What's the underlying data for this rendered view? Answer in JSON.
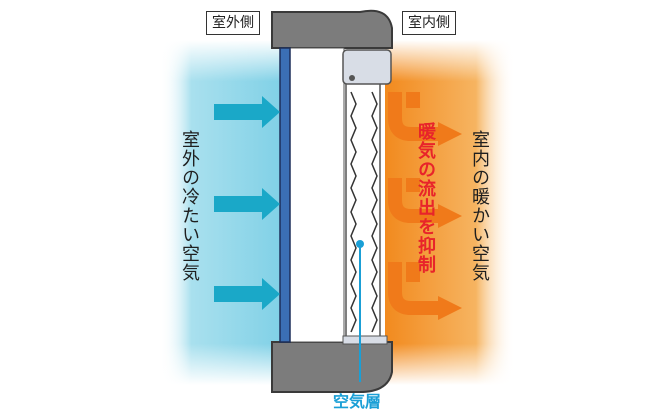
{
  "labels": {
    "outdoor_side": "室外側",
    "indoor_side": "室内側",
    "cold_air": "室外の冷たい空気",
    "warm_air": "室内の暖かい空気",
    "suppress_heat": "暖気の流出を抑制",
    "air_layer": "空気層"
  },
  "colors": {
    "cold_air": "#5fc8e0",
    "warm_air": "#f39a2e",
    "cold_arrow": "#1aa8c8",
    "warm_arrow": "#f07a1a",
    "frame": "#7a7a7a",
    "glass": "#3b6fb5",
    "accent_text": "#e8242a",
    "air_layer_marker": "#1a9fd6"
  }
}
